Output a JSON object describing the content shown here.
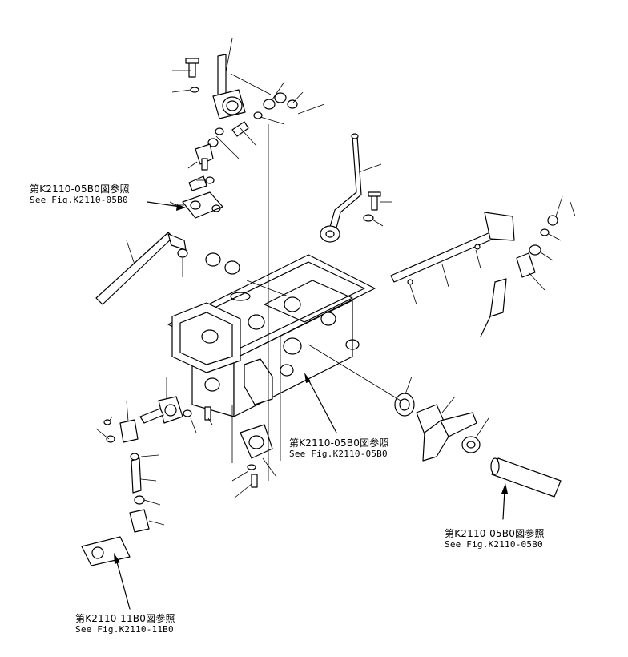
{
  "references": [
    {
      "id": "ref-top-left",
      "ja": "第K2110-05B0図参照",
      "en": "See Fig.K2110-05B0"
    },
    {
      "id": "ref-center",
      "ja": "第K2110-05B0図参照",
      "en": "See Fig.K2110-05B0"
    },
    {
      "id": "ref-right",
      "ja": "第K2110-05B0図参照",
      "en": "See Fig.K2110-05B0"
    },
    {
      "id": "ref-bottom-left",
      "ja": "第K2110-11B0図参照",
      "en": "See Fig.K2110-11B0"
    }
  ],
  "colors": {
    "ink": "#000000",
    "paper": "#ffffff"
  }
}
